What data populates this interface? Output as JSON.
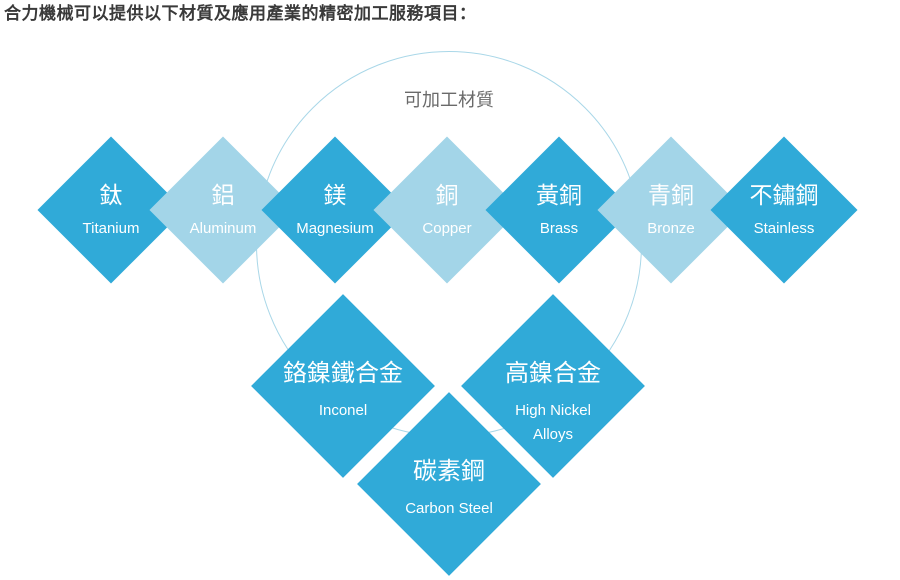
{
  "title": "合力機械可以提供以下材質及應用產業的精密加工服務項目：",
  "ring_label": "可加工材質",
  "materials": [
    {
      "zh": "鈦",
      "en": "Titanium"
    },
    {
      "zh": "鋁",
      "en": "Aluminum"
    },
    {
      "zh": "鎂",
      "en": "Magnesium"
    },
    {
      "zh": "銅",
      "en": "Copper"
    },
    {
      "zh": "黃銅",
      "en": "Brass"
    },
    {
      "zh": "青銅",
      "en": "Bronze"
    },
    {
      "zh": "不鏽鋼",
      "en": "Stainless"
    },
    {
      "zh": "鉻鎳鐵合金",
      "en": "Inconel"
    },
    {
      "zh": "高鎳合金",
      "en": "High Nickel Alloys"
    },
    {
      "zh": "碳素鋼",
      "en": "Carbon Steel"
    }
  ],
  "colors": {
    "dark_diamond": "#30aad8",
    "light_diamond": "#a3d5e8",
    "ring": "#a9d7e8",
    "title_text": "#3a3a3a"
  }
}
